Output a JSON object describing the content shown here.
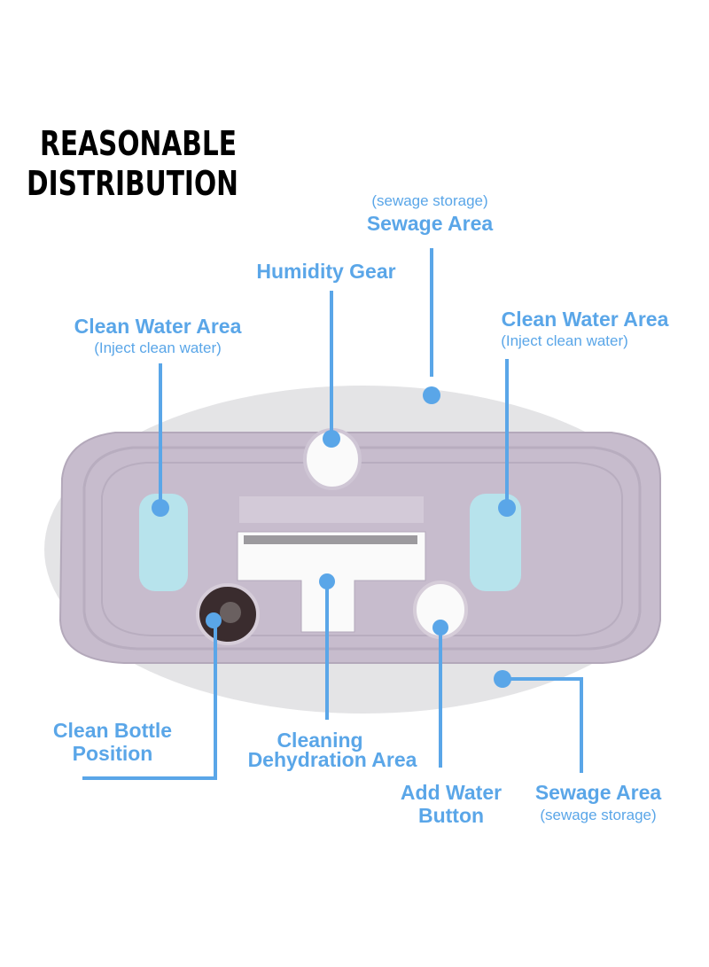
{
  "title": {
    "line1": "REASONABLE",
    "line2": "DISTRIBUTION"
  },
  "labels": {
    "sewage_top": {
      "sub": "(sewage storage)",
      "main": "Sewage Area"
    },
    "humidity_gear": {
      "main": "Humidity Gear"
    },
    "clean_water_left": {
      "main": "Clean Water Area",
      "sub": "(Inject clean water)"
    },
    "clean_water_right": {
      "main": "Clean Water Area",
      "sub": "(Inject clean water)"
    },
    "clean_bottle": {
      "line1": "Clean Bottle",
      "line2": "Position"
    },
    "cleaning": {
      "line1": "Cleaning",
      "line2": "Dehydration Area"
    },
    "add_water": {
      "line1": "Add Water",
      "line2": "Button"
    },
    "sewage_bottom": {
      "main": "Sewage Area",
      "sub": "(sewage storage)"
    }
  },
  "colors": {
    "accent": "#5aa6e8",
    "body": "#c9bfd0",
    "water": "#b7e3ec",
    "backdrop": "#e6e6e8"
  }
}
